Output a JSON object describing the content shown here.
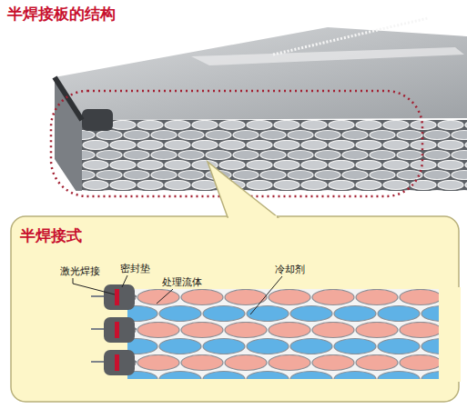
{
  "diagram": {
    "title": "半焊接板的结构",
    "nodes": [
      {
        "text": [
          "半焊接式"
        ]
      }
    ],
    "labels": [
      "激光焊接",
      "密封垫",
      "处理流体",
      "冷却剂"
    ]
  }
}
